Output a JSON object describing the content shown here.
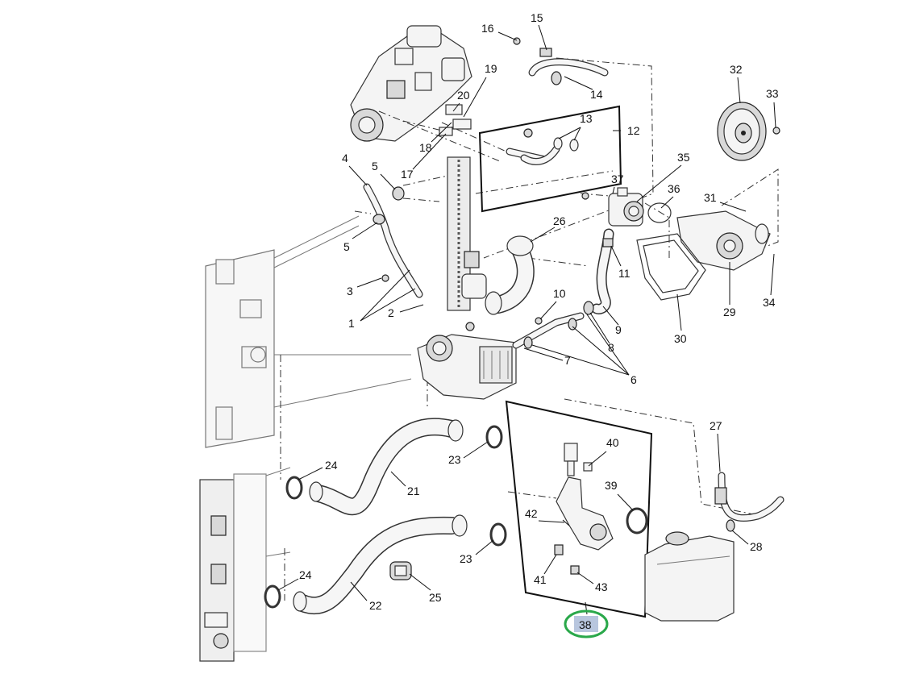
{
  "diagram": {
    "callouts": {
      "c1": "1",
      "c2": "2",
      "c3": "3",
      "c4": "4",
      "c5a": "5",
      "c5b": "5",
      "c6": "6",
      "c7": "7",
      "c8": "8",
      "c9": "9",
      "c10": "10",
      "c11": "11",
      "c12": "12",
      "c13": "13",
      "c14": "14",
      "c15": "15",
      "c16": "16",
      "c17": "17",
      "c18": "18",
      "c19": "19",
      "c20": "20",
      "c21": "21",
      "c23a": "23",
      "c23b": "23",
      "c24a": "24",
      "c24b": "24",
      "c22": "22",
      "c25": "25",
      "c26": "26",
      "c27": "27",
      "c28": "28",
      "c29": "29",
      "c30": "30",
      "c31": "31",
      "c32": "32",
      "c33": "33",
      "c34": "34",
      "c35": "35",
      "c36": "36",
      "c37": "37",
      "c39": "39",
      "c40": "40",
      "c41": "41",
      "c42": "42",
      "c43": "43"
    },
    "highlight": {
      "label": "38",
      "badge_color": "#b8c6de",
      "ring_color": "#2aa84a"
    }
  }
}
